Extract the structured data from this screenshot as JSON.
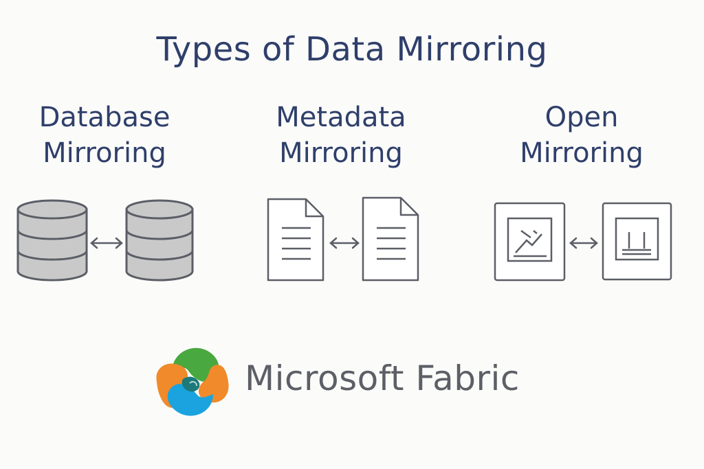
{
  "title": "Types of Data Mirroring",
  "types": [
    {
      "line1": "Database",
      "line2": "Mirroring",
      "icon": "database-icon"
    },
    {
      "line1": "Metadata",
      "line2": "Mirroring",
      "icon": "document-icon"
    },
    {
      "line1": "Open",
      "line2": "Mirroring",
      "icon": "framed-image-icon"
    }
  ],
  "connector_icon": "double-arrow-icon",
  "brand": {
    "name": "Microsoft Fabric",
    "logo_icon": "microsoft-fabric-logo",
    "colors": {
      "green": "#49a83f",
      "orange": "#f08a2a",
      "blue": "#1aa3df",
      "teal": "#1c7a7a"
    }
  },
  "colors": {
    "heading": "#2f3f6a",
    "icon_stroke": "#5b5e66",
    "database_fill": "#c9c9c9",
    "brand_text": "#5d5f66"
  }
}
